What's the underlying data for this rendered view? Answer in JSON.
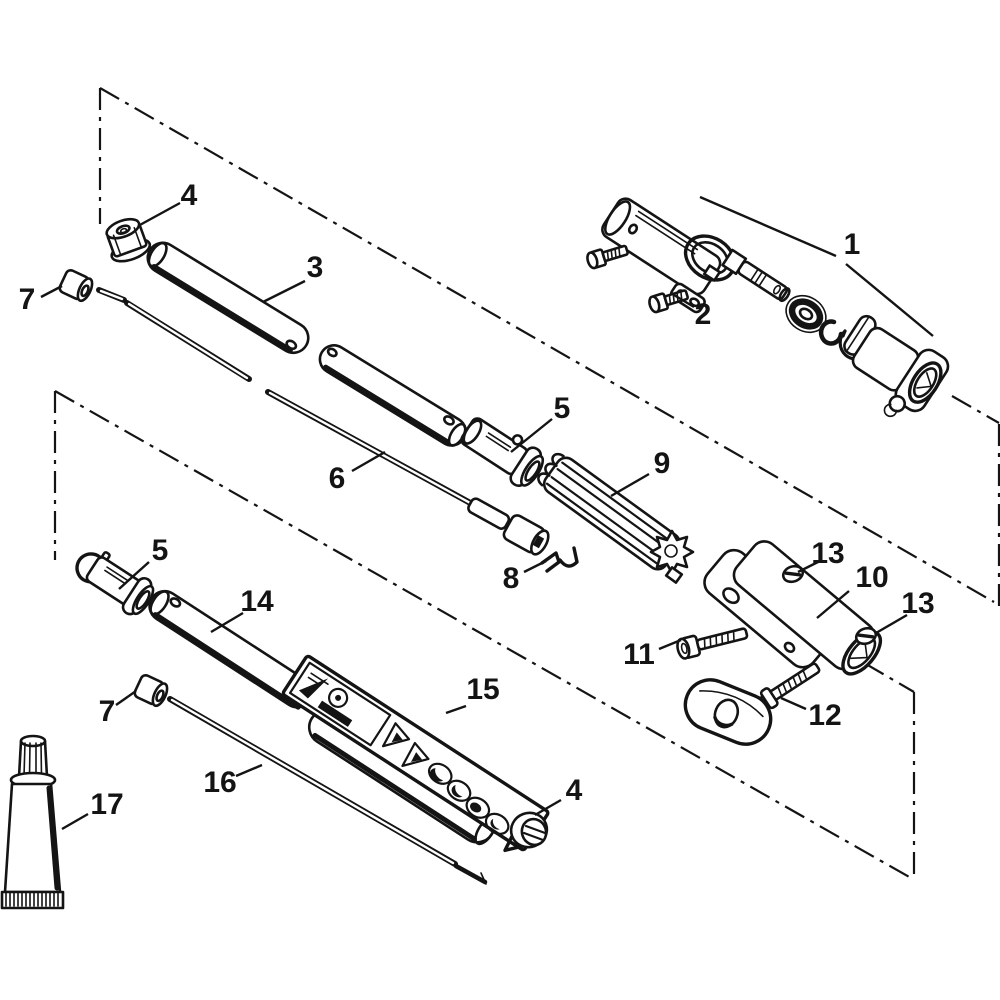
{
  "figure": {
    "kind": "exploded-parts-diagram",
    "colors": {
      "ink": "#141414",
      "paper": "#ffffff"
    },
    "callouts": {
      "c1": {
        "label": "1"
      },
      "c2": {
        "label": "2"
      },
      "c3": {
        "label": "3"
      },
      "c4_upper": {
        "label": "4"
      },
      "c4_lower": {
        "label": "4"
      },
      "c5_upper": {
        "label": "5"
      },
      "c5_lower": {
        "label": "5"
      },
      "c6": {
        "label": "6"
      },
      "c7_upper": {
        "label": "7"
      },
      "c7_lower": {
        "label": "7"
      },
      "c8": {
        "label": "8"
      },
      "c9": {
        "label": "9"
      },
      "c10": {
        "label": "10"
      },
      "c11": {
        "label": "11"
      },
      "c12": {
        "label": "12"
      },
      "c13_upper": {
        "label": "13"
      },
      "c13_lower": {
        "label": "13"
      },
      "c14": {
        "label": "14"
      },
      "c15": {
        "label": "15"
      },
      "c16": {
        "label": "16"
      },
      "c17": {
        "label": "17"
      }
    }
  }
}
